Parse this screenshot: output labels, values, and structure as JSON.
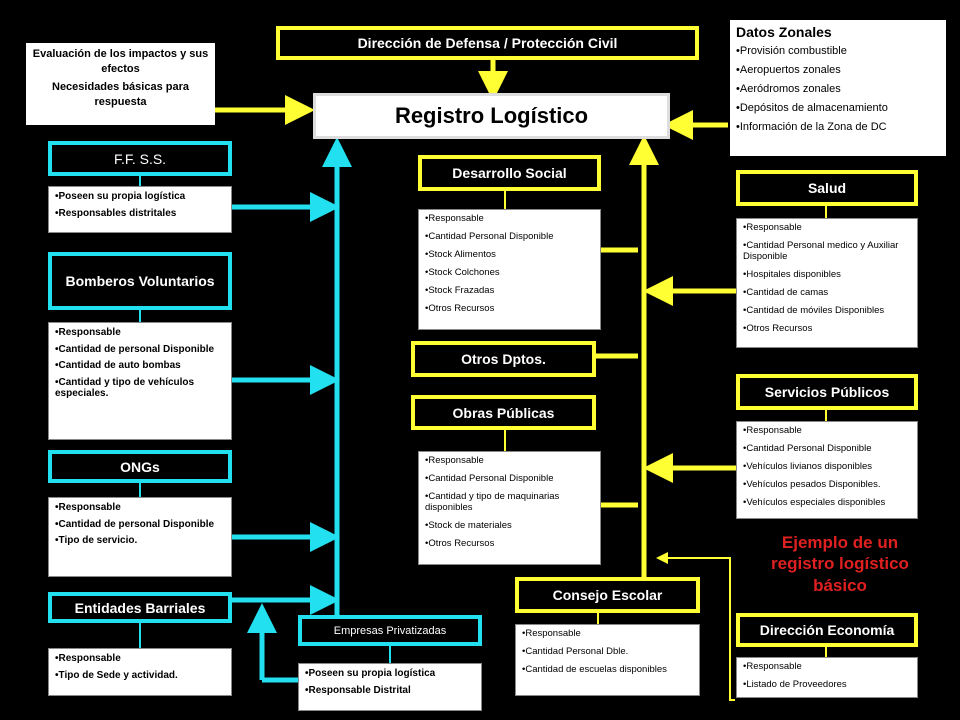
{
  "title": "Registro Logístico",
  "direccion": "Dirección de Defensa / Protección Civil",
  "evaluacion": {
    "line1": "Evaluación de los impactos y sus efectos",
    "line2": "Necesidades básicas para respuesta"
  },
  "datos_zonales": {
    "title": "Datos Zonales",
    "items": [
      "Provisión combustible",
      "Aeropuertos zonales",
      "Aeródromos zonales",
      "Depósitos de almacenamiento",
      "Información de la Zona de DC"
    ]
  },
  "ffss": {
    "title": "F.F. S.S.",
    "items": [
      "Poseen su propia logística",
      "Responsables distritales"
    ]
  },
  "bomberos": {
    "title": "Bomberos Voluntarios",
    "items": [
      "Responsable",
      "Cantidad de personal Disponible",
      "Cantidad de auto bombas",
      "Cantidad y tipo de vehículos especiales."
    ]
  },
  "ongs": {
    "title": "ONGs",
    "items": [
      "Responsable",
      "Cantidad de personal Disponible",
      "Tipo de servicio."
    ]
  },
  "barriales": {
    "title": "Entidades Barriales",
    "items": [
      "Responsable",
      "Tipo de Sede y actividad."
    ]
  },
  "privatizadas": {
    "title": "Empresas Privatizadas",
    "items": [
      "Poseen su propia logística",
      "Responsable Distrital"
    ]
  },
  "desarrollo": {
    "title": "Desarrollo Social",
    "items": [
      "Responsable",
      "Cantidad Personal Disponible",
      "Stock Alimentos",
      "Stock Colchones",
      "Stock Frazadas",
      "Otros Recursos"
    ]
  },
  "otros": {
    "title": "Otros Dptos."
  },
  "obras": {
    "title": "Obras Públicas",
    "items": [
      "Responsable",
      "Cantidad Personal Disponible",
      "Cantidad y tipo de maquinarias disponibles",
      "Stock de materiales",
      "Otros Recursos"
    ]
  },
  "consejo": {
    "title": "Consejo Escolar",
    "items": [
      "Responsable",
      "Cantidad Personal Dble.",
      "Cantidad de escuelas disponibles"
    ]
  },
  "salud": {
    "title": "Salud",
    "items": [
      "Responsable",
      "Cantidad Personal medico y Auxiliar Disponible",
      "Hospitales disponibles",
      "Cantidad de camas",
      "Cantidad de móviles Disponibles",
      "Otros Recursos"
    ]
  },
  "servicios": {
    "title": "Servicios Públicos",
    "items": [
      "Responsable",
      "Cantidad Personal Disponible",
      "Vehículos livianos disponibles",
      "Vehículos pesados Disponibles.",
      "Vehículos especiales disponibles"
    ]
  },
  "economia": {
    "title": "Dirección Economía",
    "items": [
      "Responsable",
      "Listado de Proveedores"
    ]
  },
  "example": "Ejemplo de un registro logístico básico",
  "colors": {
    "yellow": "#ffff33",
    "cyan": "#22e0f0",
    "red": "#e02020"
  }
}
